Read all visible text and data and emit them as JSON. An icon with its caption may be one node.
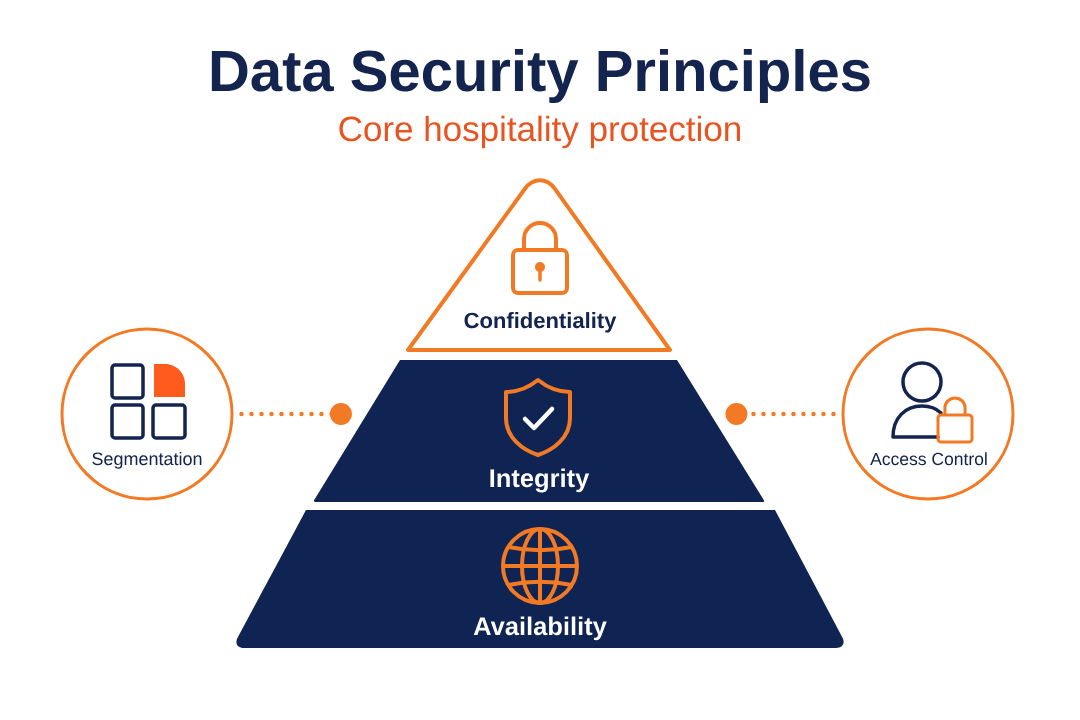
{
  "diagram": {
    "title": "Data Security Principles",
    "nodes": [
      {
        "text": [
          "Confidentiality"
        ]
      },
      {
        "text": [
          "Integrity"
        ]
      },
      {
        "text": [
          "Availability"
        ]
      },
      {
        "text": [
          "Segmentation"
        ]
      },
      {
        "text": [
          "Access Control"
        ]
      }
    ],
    "edges": [
      {
        "from": 3,
        "to": 1,
        "arrow": "other",
        "style": "dashed"
      },
      {
        "from": 4,
        "to": 1,
        "arrow": "other",
        "style": "dashed"
      }
    ],
    "labels": [
      "Core hospitality protection"
    ]
  }
}
